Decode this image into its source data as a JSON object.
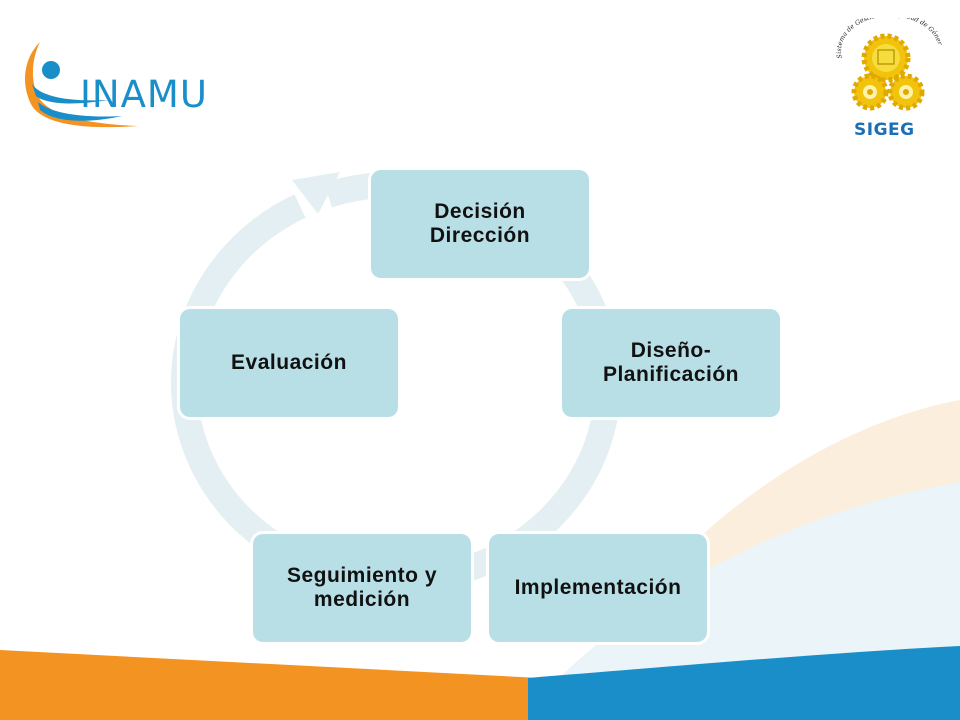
{
  "logos": {
    "left": {
      "name": "INAMU",
      "wordmark": "INAMU"
    },
    "right": {
      "name": "SIGEG",
      "wordmark": "SIGEG",
      "seal_text": "Sistema de Gestión de Equidad de Género"
    }
  },
  "cycle": {
    "stages": [
      {
        "id": "decision",
        "lines": [
          "Decisión",
          "Dirección"
        ]
      },
      {
        "id": "design",
        "lines": [
          "Diseño-",
          "Planificación"
        ]
      },
      {
        "id": "implementation",
        "lines": [
          "Implementación"
        ]
      },
      {
        "id": "monitoring",
        "lines": [
          "Seguimiento y",
          "medición"
        ]
      },
      {
        "id": "evaluation",
        "lines": [
          "Evaluación"
        ]
      }
    ]
  },
  "colors": {
    "stage_fill": "#b9dfe6",
    "cycle_arrow": "#e3eff2",
    "orange_band": "#f39322",
    "blue_band": "#1a8ec9",
    "inamu_blue": "#1a8ec9",
    "inamu_orange": "#f39322",
    "sigeg_gold": "#f2c30d",
    "sigeg_blue": "#1a6fb5"
  }
}
